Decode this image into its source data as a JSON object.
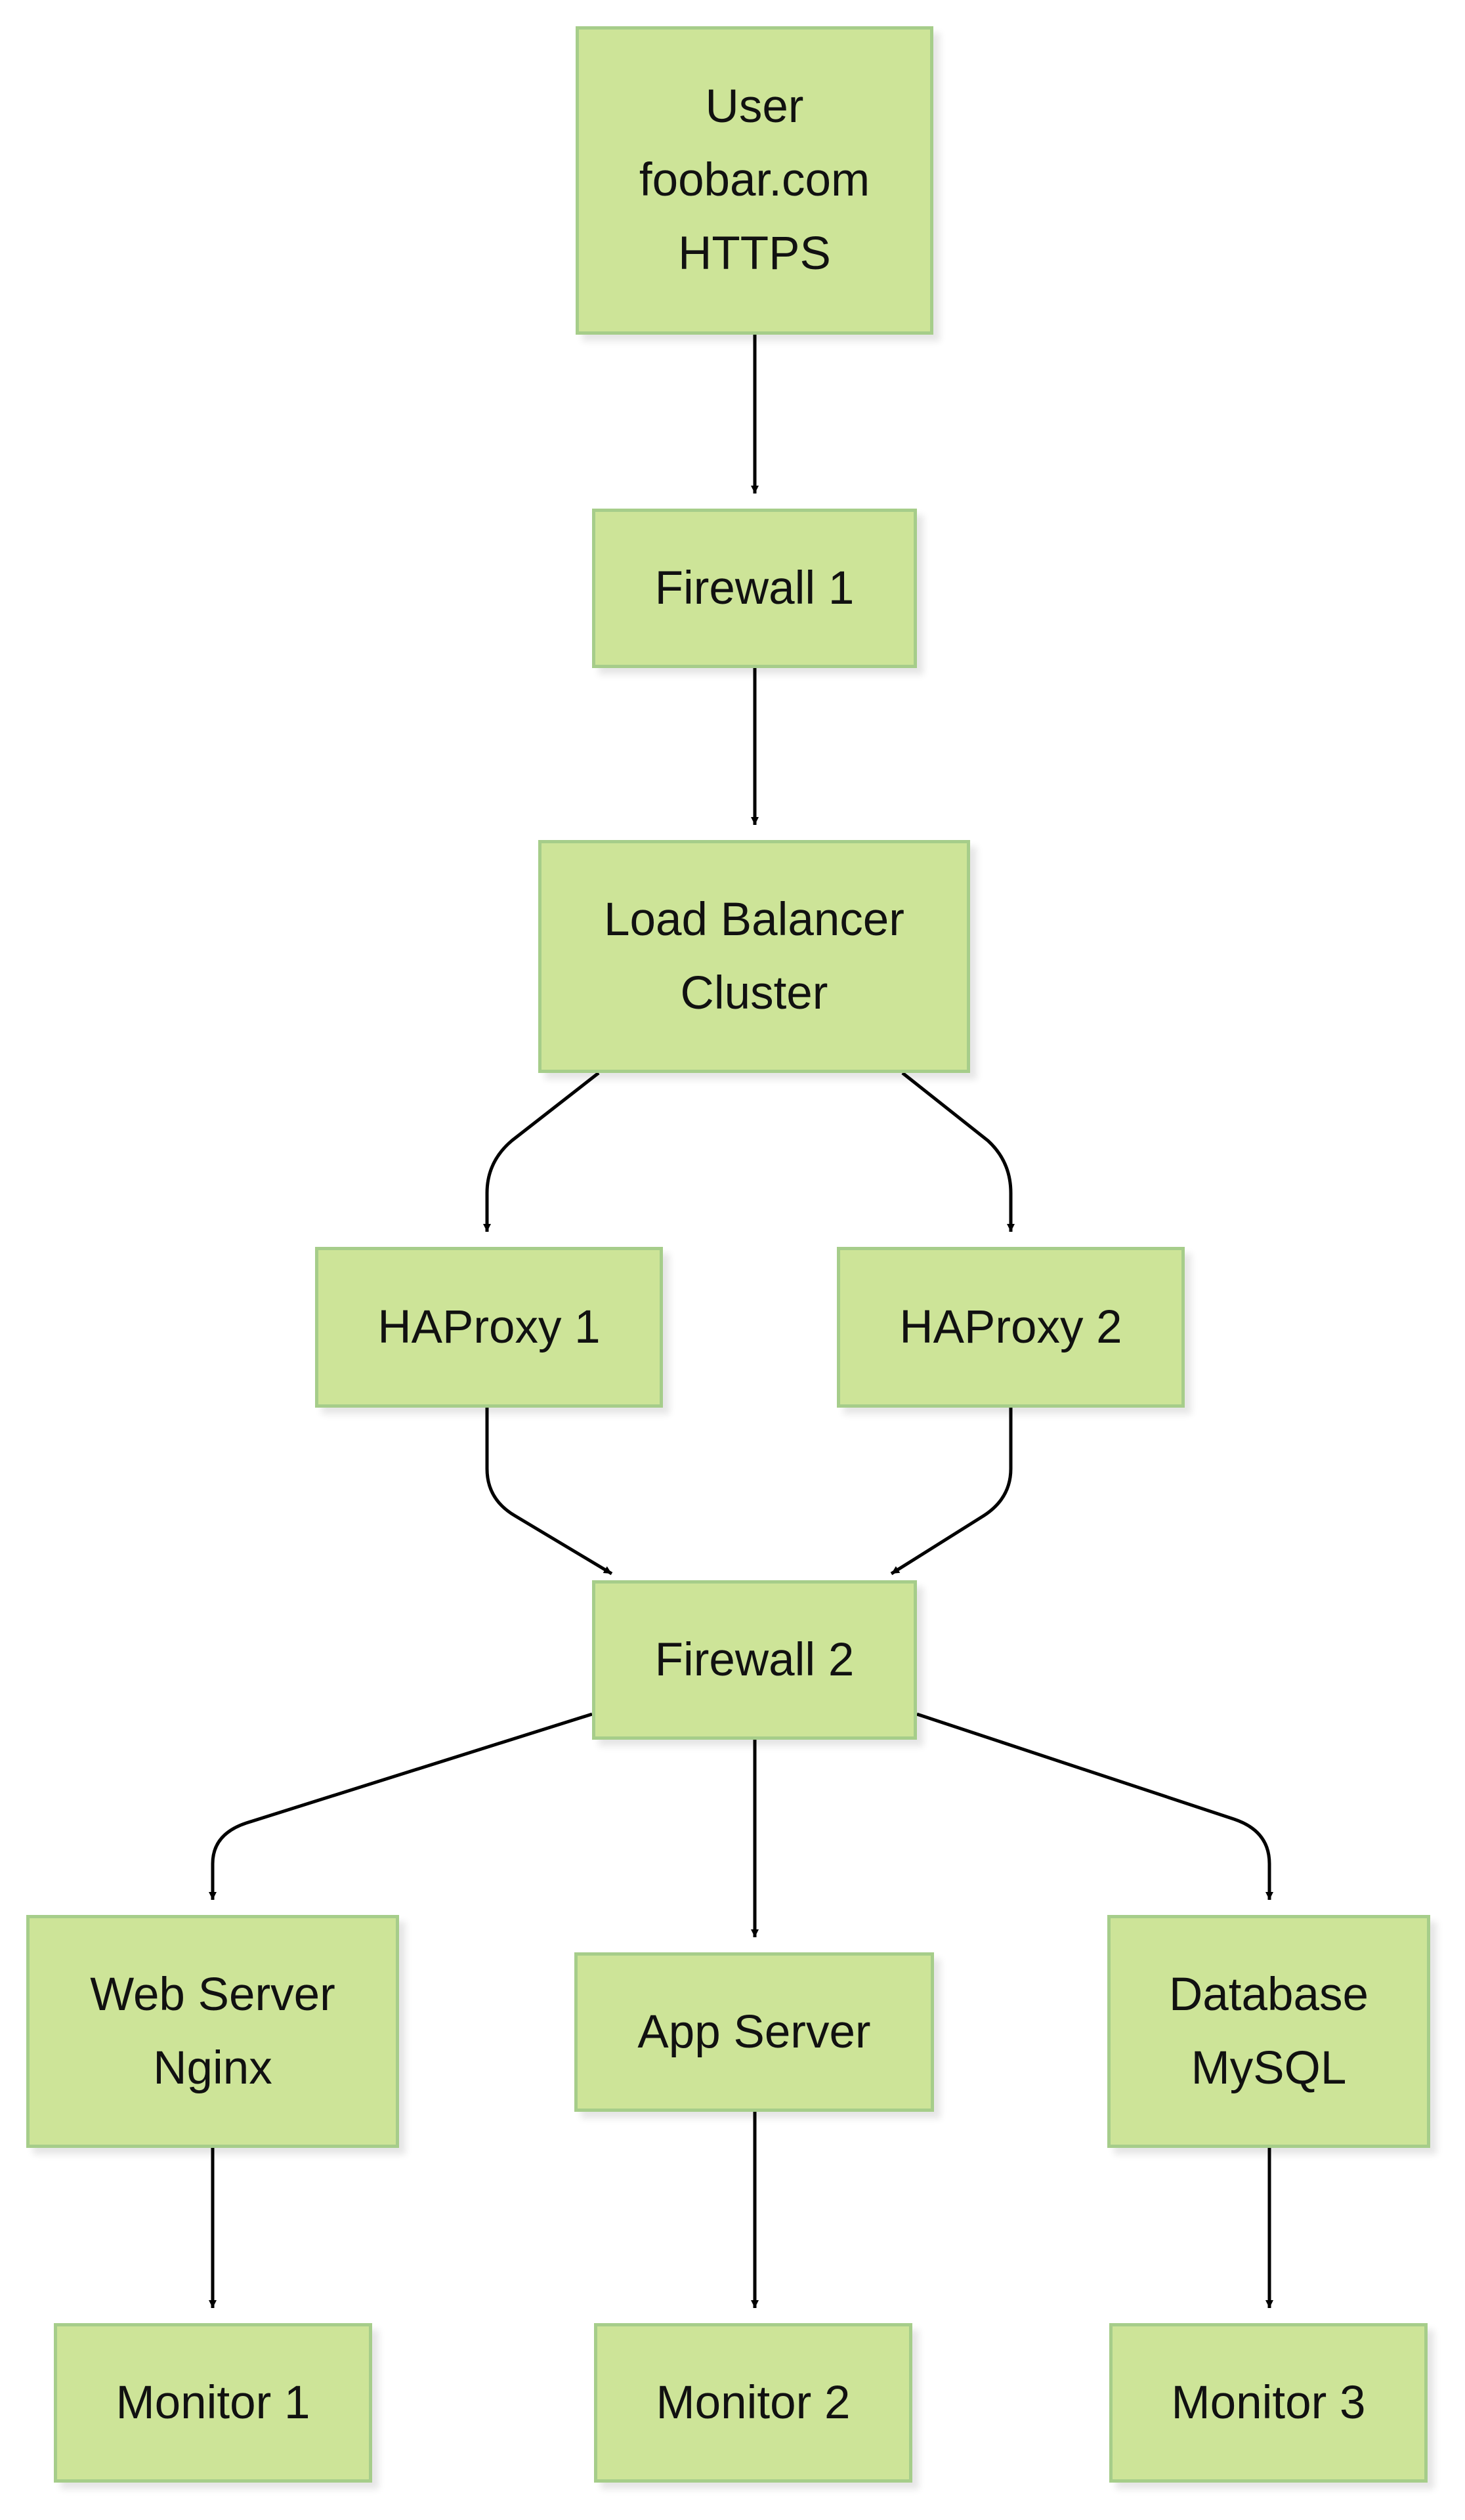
{
  "diagram": {
    "type": "flowchart",
    "direction": "top-down",
    "colors": {
      "node_fill": "#cde498",
      "node_border": "#a6cd8a",
      "edge": "#000000",
      "text": "#111111"
    },
    "nodes": {
      "user": {
        "lines": [
          "User",
          "foobar.com",
          "HTTPS"
        ]
      },
      "firewall1": {
        "lines": [
          "Firewall 1"
        ]
      },
      "load_balancer": {
        "lines": [
          "Load Balancer",
          "Cluster"
        ]
      },
      "haproxy1": {
        "lines": [
          "HAProxy 1"
        ]
      },
      "haproxy2": {
        "lines": [
          "HAProxy 2"
        ]
      },
      "firewall2": {
        "lines": [
          "Firewall 2"
        ]
      },
      "web_server": {
        "lines": [
          "Web Server",
          "Nginx"
        ]
      },
      "app_server": {
        "lines": [
          "App Server"
        ]
      },
      "database": {
        "lines": [
          "Database",
          "MySQL"
        ]
      },
      "monitor1": {
        "lines": [
          "Monitor 1"
        ]
      },
      "monitor2": {
        "lines": [
          "Monitor 2"
        ]
      },
      "monitor3": {
        "lines": [
          "Monitor 3"
        ]
      }
    },
    "edges": [
      {
        "from": "user",
        "to": "firewall1"
      },
      {
        "from": "firewall1",
        "to": "load_balancer"
      },
      {
        "from": "load_balancer",
        "to": "haproxy1"
      },
      {
        "from": "load_balancer",
        "to": "haproxy2"
      },
      {
        "from": "haproxy1",
        "to": "firewall2"
      },
      {
        "from": "haproxy2",
        "to": "firewall2"
      },
      {
        "from": "firewall2",
        "to": "web_server"
      },
      {
        "from": "firewall2",
        "to": "app_server"
      },
      {
        "from": "firewall2",
        "to": "database"
      },
      {
        "from": "web_server",
        "to": "monitor1"
      },
      {
        "from": "app_server",
        "to": "monitor2"
      },
      {
        "from": "database",
        "to": "monitor3"
      }
    ]
  }
}
